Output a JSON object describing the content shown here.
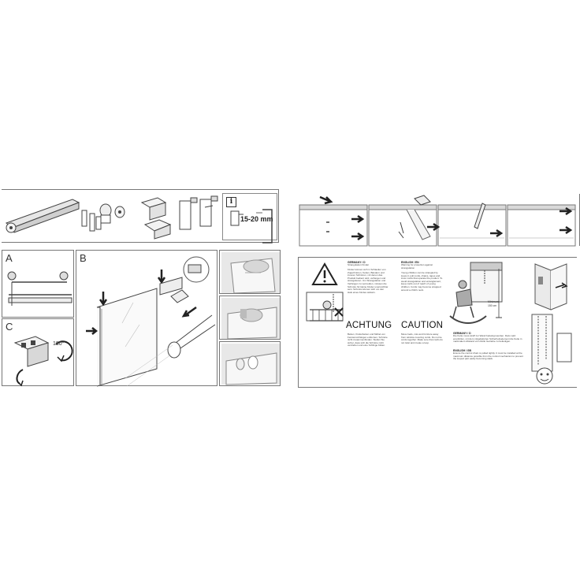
{
  "left_sheet": {
    "info_symbol": "i",
    "dimension": "15-20 mm",
    "panel_labels": {
      "a": "A",
      "b": "B",
      "c": "C"
    },
    "rotation": "180°"
  },
  "right_sheet": {
    "germany_heading": "GERMANY / D",
    "germany_subheading": "Strangulation Kinder",
    "english_heading": "ENGLISH / EN",
    "english_subheading": "Warning for protection against strangulation",
    "achtung": "ACHTUNG",
    "caution": "CAUTION",
    "distance_label": "Minimum",
    "distance_value": "150 cm",
    "germany2_heading": "GERMANY / D",
    "english2_heading": "ENGLISH / GB",
    "germany_text": "Kinder können sich in Schlaufen von Zugschnüren, Ketten, Bändern und inneren Schnüren, mit denen das Produkt bedient wird, verfangen und strangulieren. Um Strangulation und Verfangen zu vermeiden, müssen die Schnüre für kleine Kinder unerreichbar sein. Schnüre können sich um den Hals eines Kindes wickeln.",
    "english_text": "Young children can be strangled by loops in pull cords, chains, tapes and inner cords that operate the product. To avoid strangulation and entanglement, keep cords out of reach of young children. Cords may become wrapped around a child's neck.",
    "achtung_text": "Betten, Kinderbetten und Möbel von Fenstervorhängen entfernen. Schnüre nicht zusammenbinden. Stellen Sie sicher, dass sich die Schnüre nicht verdrehen und eine Schlinge bilden.",
    "caution_text": "Move beds, cots and furniture away from window covering cords. Do not tie cords together. Make sure that cords do not twist and create a loop.",
    "germany2_text": "Die Kette muss straff zur Wand befestigt werden. Dazu wird empfohlen, mit dem mitgelieferten Sicherheitselement die Kette in maximalem Abstand vom Rollo Getriebe zu befestigen.",
    "english2_text": "Ensure the control chain is pulled tightly. It must be installed at the maximum distance possible from the control mechanism to prevent the looped part easily becoming slack."
  },
  "colors": {
    "frame": "#777777",
    "line_art": "#444444",
    "shade": "#d9d9d9"
  }
}
